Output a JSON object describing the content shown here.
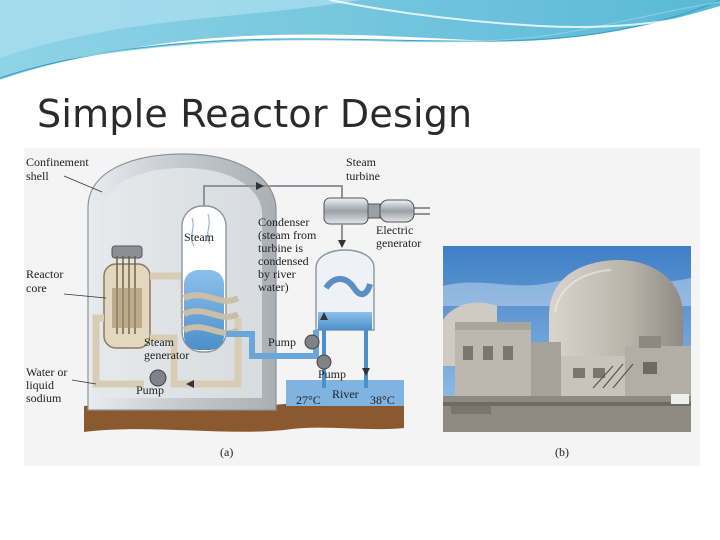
{
  "slide": {
    "title": "Simple Reactor Design"
  },
  "diagram": {
    "labels": {
      "confinement": [
        "Confinement",
        "shell"
      ],
      "steam_turbine": [
        "Steam",
        "turbine"
      ],
      "condenser": [
        "Condenser",
        "(steam from",
        "turbine is",
        "condensed",
        "by river",
        "water)"
      ],
      "electric_generator": [
        "Electric",
        "generator"
      ],
      "steam": "Steam",
      "reactor_core": [
        "Reactor",
        "core"
      ],
      "steam_generator": [
        "Steam",
        "generator"
      ],
      "pump_mid": "Pump",
      "pump_right": "Pump",
      "pump_bottom": "Pump",
      "coolant": [
        "Water or",
        "liquid",
        "sodium"
      ],
      "temp_in": "27°C",
      "river": "River",
      "temp_out": "38°C"
    },
    "captions": {
      "a": "(a)",
      "b": "(b)"
    }
  },
  "colors": {
    "banner": "#5fc3dc",
    "dome": "#c7cbcf",
    "water": "#6aa6d8",
    "ground": "#8a5a2e",
    "pipe": "#d8ccb4"
  }
}
